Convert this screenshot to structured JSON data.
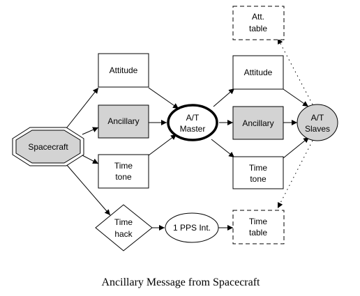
{
  "caption": "Ancillary Message from Spacecraft",
  "colors": {
    "shaded_fill": "#d3d3d3",
    "plain_fill": "#ffffff",
    "stroke": "#000000"
  },
  "nodes": {
    "spacecraft": {
      "label": "Spacecraft",
      "shape": "octagon",
      "shaded": true
    },
    "attitude_left": {
      "label": "Attitude",
      "shape": "box"
    },
    "ancillary_left": {
      "label": "Ancillary",
      "shape": "box",
      "shaded": true
    },
    "timetone_left": {
      "line1": "Time",
      "line2": "tone",
      "shape": "box"
    },
    "at_master": {
      "line1": "A/T",
      "line2": "Master",
      "shape": "ellipse",
      "bold": true
    },
    "attitude_right": {
      "label": "Attitude",
      "shape": "box"
    },
    "ancillary_right": {
      "label": "Ancillary",
      "shape": "box",
      "shaded": true
    },
    "timetone_right": {
      "line1": "Time",
      "line2": "tone",
      "shape": "box"
    },
    "at_slaves": {
      "line1": "A/T",
      "line2": "Slaves",
      "shape": "ellipse",
      "shaded": true
    },
    "att_table": {
      "line1": "Att.",
      "line2": "table",
      "shape": "dashed-box"
    },
    "time_table": {
      "line1": "Time",
      "line2": "table",
      "shape": "dashed-box"
    },
    "time_hack": {
      "line1": "Time",
      "line2": "hack",
      "shape": "diamond"
    },
    "pps_int": {
      "label": "1 PPS Int.",
      "shape": "ellipse"
    }
  }
}
